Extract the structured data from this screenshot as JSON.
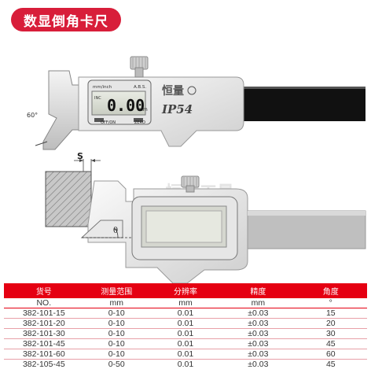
{
  "title": "数显倒角卡尺",
  "device": {
    "unit_top": "mm/inch",
    "unit_abs": "A.B.S.",
    "reading": "0.00",
    "inc": "INC",
    "off_on": "OFF/ON",
    "zero": "ZERO",
    "brand": "恒量",
    "ip": "IP54"
  },
  "diagram": {
    "angle_label": "60°",
    "s_label": "S",
    "theta_label": "θ"
  },
  "watermark": "恒数工量",
  "table": {
    "headers": [
      "货号",
      "测量范围",
      "分辨率",
      "精度",
      "角度"
    ],
    "units": [
      "NO.",
      "mm",
      "mm",
      "mm",
      "°"
    ],
    "rows": [
      [
        "382-101-15",
        "0-10",
        "0.01",
        "±0.03",
        "15"
      ],
      [
        "382-101-20",
        "0-10",
        "0.01",
        "±0.03",
        "20"
      ],
      [
        "382-101-30",
        "0-10",
        "0.01",
        "±0.03",
        "30"
      ],
      [
        "382-101-45",
        "0-10",
        "0.01",
        "±0.03",
        "45"
      ],
      [
        "382-101-60",
        "0-10",
        "0.01",
        "±0.03",
        "60"
      ],
      [
        "382-105-45",
        "0-50",
        "0.01",
        "±0.03",
        "45"
      ]
    ]
  },
  "colors": {
    "accent": "#e50012",
    "pill": "#d81e3a"
  }
}
